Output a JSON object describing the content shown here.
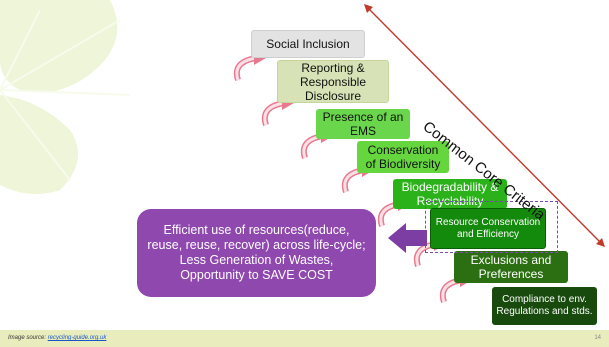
{
  "steps": [
    {
      "label": "Social Inclusion"
    },
    {
      "label": "Reporting & Responsible Disclosure"
    },
    {
      "label": "Presence of an EMS"
    },
    {
      "label": "Conservation of Biodiversity"
    },
    {
      "label": "Biodegradability & Recyclability"
    },
    {
      "label": "Resource Conservation and Efficiency"
    },
    {
      "label": "Exclusions and Preferences"
    },
    {
      "label": "Compliance to env. Regulations and stds."
    }
  ],
  "criteria_label": "Common Core Criteria",
  "callout": "Efficient use of resources(reduce, reuse, reuse, recover) across life-cycle; Less Generation of Wastes, Opportunity to SAVE COST",
  "footer": {
    "source_prefix": "Image source: ",
    "source_link": "recycling-guide.org.uk",
    "page_number": "14"
  },
  "colors": {
    "purple": "#8e48ae",
    "dark_green": "#174a0c",
    "arrow_red": "#c0392b",
    "footer_band": "#e9edbd"
  }
}
